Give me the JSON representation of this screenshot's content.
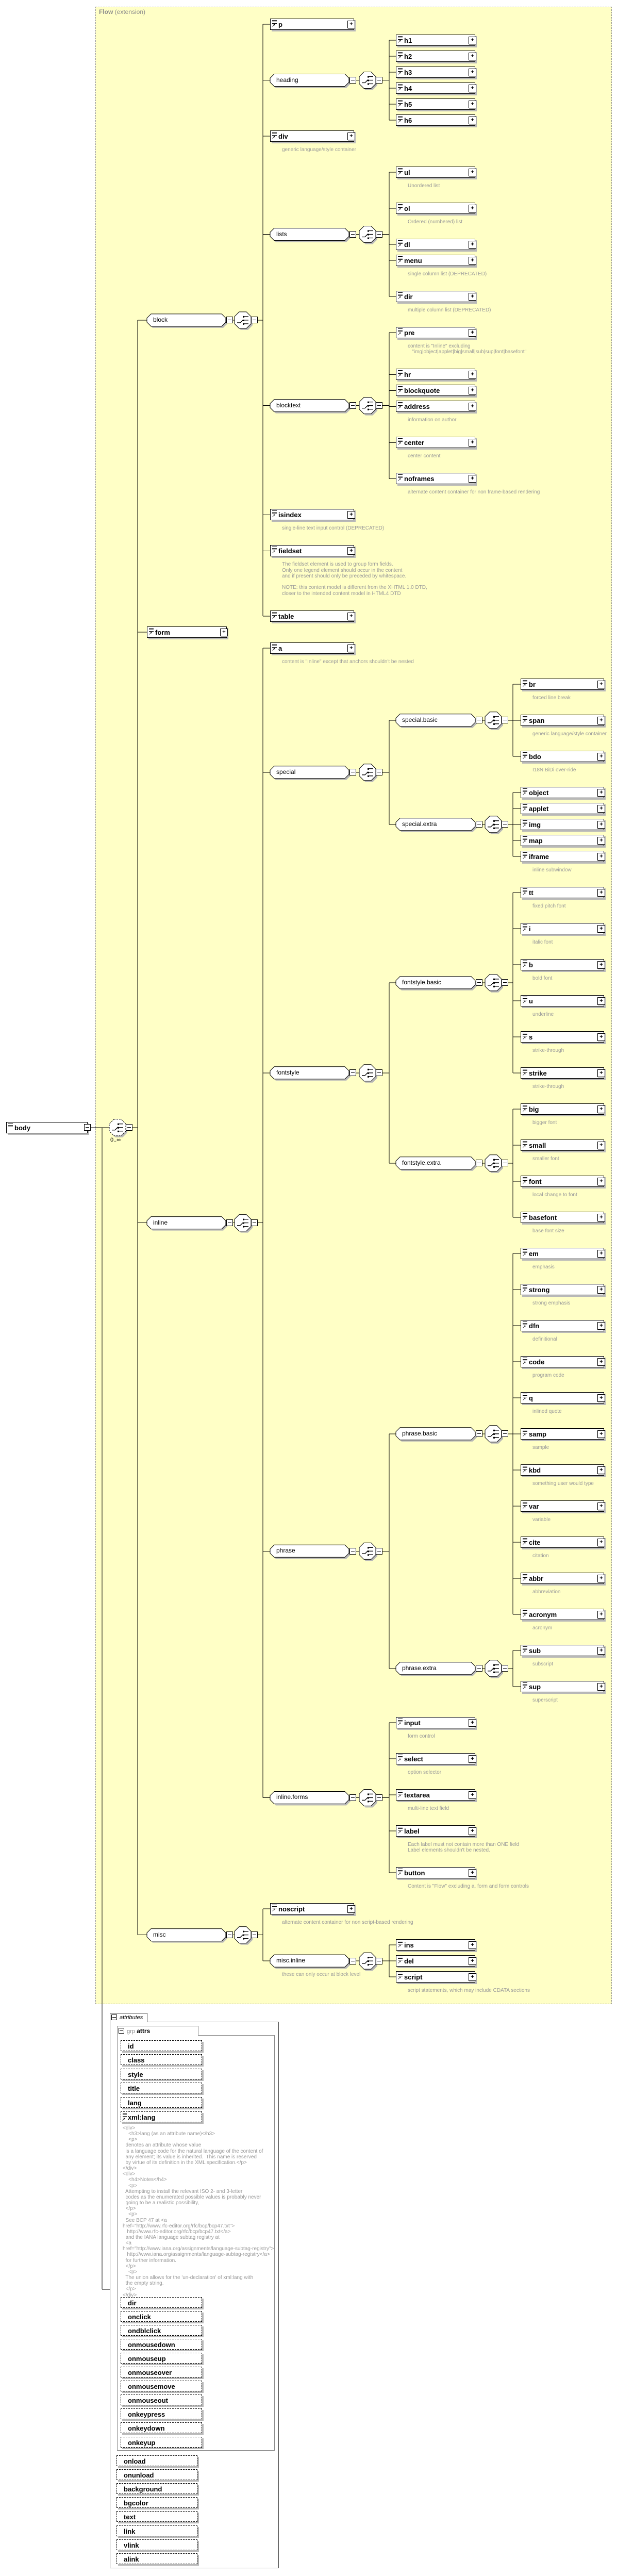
{
  "diagram": {
    "container_label": {
      "title": "Flow",
      "suffix": " (extension)"
    },
    "occurrence_label": "0..∞",
    "root": {
      "n": "body",
      "k": "el",
      "c": [
        {
          "n": "block",
          "k": "grp",
          "c": [
            {
              "n": "p",
              "k": "el"
            },
            {
              "n": "heading",
              "k": "grp",
              "c": [
                {
                  "n": "h1",
                  "k": "el"
                },
                {
                  "n": "h2",
                  "k": "el"
                },
                {
                  "n": "h3",
                  "k": "el"
                },
                {
                  "n": "h4",
                  "k": "el"
                },
                {
                  "n": "h5",
                  "k": "el"
                },
                {
                  "n": "h6",
                  "k": "el"
                }
              ]
            },
            {
              "n": "div",
              "k": "el",
              "d": [
                "generic language/style container"
              ]
            },
            {
              "n": "lists",
              "k": "grp",
              "c": [
                {
                  "n": "ul",
                  "k": "el",
                  "d": [
                    "Unordered list"
                  ]
                },
                {
                  "n": "ol",
                  "k": "el",
                  "d": [
                    "Ordered (numbered) list"
                  ]
                },
                {
                  "n": "dl",
                  "k": "el"
                },
                {
                  "n": "menu",
                  "k": "el",
                  "d": [
                    "single column list (DEPRECATED)"
                  ]
                },
                {
                  "n": "dir",
                  "k": "el",
                  "d": [
                    "multiple column list (DEPRECATED)"
                  ]
                }
              ]
            },
            {
              "n": "blocktext",
              "k": "grp",
              "c": [
                {
                  "n": "pre",
                  "k": "el",
                  "d": [
                    "content is \"Inline\" excluding",
                    "   \"img|object|applet|big|small|sub|sup|font|basefont\""
                  ]
                },
                {
                  "n": "hr",
                  "k": "el"
                },
                {
                  "n": "blockquote",
                  "k": "el"
                },
                {
                  "n": "address",
                  "k": "el",
                  "d": [
                    "information on author"
                  ]
                },
                {
                  "n": "center",
                  "k": "el",
                  "d": [
                    "center content"
                  ]
                },
                {
                  "n": "noframes",
                  "k": "el",
                  "d": [
                    "alternate content container for non frame-based rendering"
                  ]
                }
              ]
            },
            {
              "n": "isindex",
              "k": "el",
              "d": [
                "single-line text input control (DEPRECATED)"
              ]
            },
            {
              "n": "fieldset",
              "k": "el",
              "d": [
                "The fieldset element is used to group form fields.",
                "Only one legend element should occur in the content",
                "and if present should only be preceded by whitespace.",
                "",
                "NOTE: this content model is different from the XHTML 1.0 DTD,",
                "closer to the intended content model in HTML4 DTD"
              ]
            },
            {
              "n": "table",
              "k": "el"
            }
          ]
        },
        {
          "n": "form",
          "k": "el"
        },
        {
          "n": "inline",
          "k": "grp",
          "c": [
            {
              "n": "a",
              "k": "el",
              "d": [
                "content is \"Inline\" except that anchors shouldn't be nested"
              ]
            },
            {
              "n": "special",
              "k": "grp",
              "c": [
                {
                  "n": "special.basic",
                  "k": "grp",
                  "c": [
                    {
                      "n": "br",
                      "k": "el",
                      "d": [
                        "forced line break"
                      ]
                    },
                    {
                      "n": "span",
                      "k": "el",
                      "d": [
                        "generic language/style container"
                      ]
                    },
                    {
                      "n": "bdo",
                      "k": "el",
                      "d": [
                        "I18N BiDi over-ride"
                      ]
                    }
                  ]
                },
                {
                  "n": "special.extra",
                  "k": "grp",
                  "c": [
                    {
                      "n": "object",
                      "k": "el"
                    },
                    {
                      "n": "applet",
                      "k": "el"
                    },
                    {
                      "n": "img",
                      "k": "el"
                    },
                    {
                      "n": "map",
                      "k": "el"
                    },
                    {
                      "n": "iframe",
                      "k": "el",
                      "d": [
                        "inline subwindow"
                      ]
                    }
                  ]
                }
              ]
            },
            {
              "n": "fontstyle",
              "k": "grp",
              "c": [
                {
                  "n": "fontstyle.basic",
                  "k": "grp",
                  "c": [
                    {
                      "n": "tt",
                      "k": "el",
                      "d": [
                        "fixed pitch font"
                      ]
                    },
                    {
                      "n": "i",
                      "k": "el",
                      "d": [
                        "italic font"
                      ]
                    },
                    {
                      "n": "b",
                      "k": "el",
                      "d": [
                        "bold font"
                      ]
                    },
                    {
                      "n": "u",
                      "k": "el",
                      "d": [
                        "underline"
                      ]
                    },
                    {
                      "n": "s",
                      "k": "el",
                      "d": [
                        "strike-through"
                      ]
                    },
                    {
                      "n": "strike",
                      "k": "el",
                      "d": [
                        "strike-through"
                      ]
                    }
                  ]
                },
                {
                  "n": "fontstyle.extra",
                  "k": "grp",
                  "c": [
                    {
                      "n": "big",
                      "k": "el",
                      "d": [
                        "bigger font"
                      ]
                    },
                    {
                      "n": "small",
                      "k": "el",
                      "d": [
                        "smaller font"
                      ]
                    },
                    {
                      "n": "font",
                      "k": "el",
                      "d": [
                        "local change to font"
                      ]
                    },
                    {
                      "n": "basefont",
                      "k": "el",
                      "d": [
                        "base font size"
                      ]
                    }
                  ]
                }
              ]
            },
            {
              "n": "phrase",
              "k": "grp",
              "c": [
                {
                  "n": "phrase.basic",
                  "k": "grp",
                  "c": [
                    {
                      "n": "em",
                      "k": "el",
                      "d": [
                        "emphasis"
                      ]
                    },
                    {
                      "n": "strong",
                      "k": "el",
                      "d": [
                        "strong emphasis"
                      ]
                    },
                    {
                      "n": "dfn",
                      "k": "el",
                      "d": [
                        "definitional"
                      ]
                    },
                    {
                      "n": "code",
                      "k": "el",
                      "d": [
                        "program code"
                      ]
                    },
                    {
                      "n": "q",
                      "k": "el",
                      "d": [
                        "inlined quote"
                      ]
                    },
                    {
                      "n": "samp",
                      "k": "el",
                      "d": [
                        "sample"
                      ]
                    },
                    {
                      "n": "kbd",
                      "k": "el",
                      "d": [
                        "something user would type"
                      ]
                    },
                    {
                      "n": "var",
                      "k": "el",
                      "d": [
                        "variable"
                      ]
                    },
                    {
                      "n": "cite",
                      "k": "el",
                      "d": [
                        "citation"
                      ]
                    },
                    {
                      "n": "abbr",
                      "k": "el",
                      "d": [
                        "abbreviation"
                      ]
                    },
                    {
                      "n": "acronym",
                      "k": "el",
                      "d": [
                        "acronym"
                      ]
                    }
                  ]
                },
                {
                  "n": "phrase.extra",
                  "k": "grp",
                  "c": [
                    {
                      "n": "sub",
                      "k": "el",
                      "d": [
                        "subscript"
                      ]
                    },
                    {
                      "n": "sup",
                      "k": "el",
                      "d": [
                        "superscript"
                      ]
                    }
                  ]
                }
              ]
            },
            {
              "n": "inline.forms",
              "k": "grp",
              "c": [
                {
                  "n": "input",
                  "k": "el",
                  "d": [
                    "form control"
                  ]
                },
                {
                  "n": "select",
                  "k": "el",
                  "d": [
                    "option selector"
                  ]
                },
                {
                  "n": "textarea",
                  "k": "el",
                  "d": [
                    "multi-line text field"
                  ]
                },
                {
                  "n": "label",
                  "k": "el",
                  "d": [
                    "Each label must not contain more than ONE field",
                    "Label elements shouldn't be nested."
                  ]
                },
                {
                  "n": "button",
                  "k": "el",
                  "d": [
                    "Content is \"Flow\" excluding a, form and form controls"
                  ]
                }
              ]
            }
          ]
        },
        {
          "n": "misc",
          "k": "grp",
          "c": [
            {
              "n": "noscript",
              "k": "el",
              "d": [
                "alternate content container for non script-based rendering"
              ]
            },
            {
              "n": "misc.inline",
              "k": "grp",
              "d": [
                "these can only occur at block level"
              ],
              "c": [
                {
                  "n": "ins",
                  "k": "el"
                },
                {
                  "n": "del",
                  "k": "el"
                },
                {
                  "n": "script",
                  "k": "el",
                  "d": [
                    "script statements, which may include CDATA sections"
                  ]
                }
              ]
            }
          ]
        }
      ]
    }
  },
  "attributes_panel": {
    "tab_label": "attributes",
    "group_tab_prefix": "grp",
    "group_tab_name": "attrs",
    "group_items": [
      "id",
      "class",
      "style",
      "title",
      "lang",
      "xml:lang"
    ],
    "comment_lines": [
      [
        0,
        "<div>"
      ],
      [
        2,
        "<h3>lang (as an attribute name)</h3>"
      ],
      [
        2,
        "<p>"
      ],
      [
        1,
        "denotes an attribute whose value"
      ],
      [
        1,
        "is a language code for the natural language of the content of"
      ],
      [
        1,
        "any element; its value is inherited.  This name is reserved"
      ],
      [
        1,
        "by virtue of its definition in the XML specification.</p>"
      ],
      [
        0,
        "</div>"
      ],
      [
        0,
        "<div>"
      ],
      [
        2,
        "<h4>Notes</h4>"
      ],
      [
        2,
        "<p>"
      ],
      [
        1,
        "Attempting to install the relevant ISO 2- and 3-letter"
      ],
      [
        1,
        "codes as the enumerated possible values is probably never"
      ],
      [
        1,
        "going to be a realistic possibility,"
      ],
      [
        1,
        "</p>"
      ],
      [
        2,
        "<p>"
      ],
      [
        1,
        "See BCP 47 at <a"
      ],
      [
        0,
        "href=\"http://www.rfc-editor.org/rfc/bcp/bcp47.txt\">"
      ],
      [
        1,
        " http://www.rfc-editor.org/rfc/bcp/bcp47.txt</a>"
      ],
      [
        1,
        "and the IANA language subtag registry at"
      ],
      [
        1,
        "<a"
      ],
      [
        0,
        "href=\"http://www.iana.org/assignments/language-subtag-registry\">"
      ],
      [
        1,
        " http://www.iana.org/assignments/language-subtag-registry</a>"
      ],
      [
        1,
        "for further information."
      ],
      [
        1,
        "</p>"
      ],
      [
        2,
        "<p>"
      ],
      [
        1,
        "The union allows for the 'un-declaration' of xml:lang with"
      ],
      [
        1,
        "the empty string."
      ],
      [
        1,
        "</p>"
      ],
      [
        0,
        "</div>"
      ]
    ],
    "group_items_after": [
      "dir",
      "onclick",
      "ondblclick",
      "onmousedown",
      "onmouseup",
      "onmouseover",
      "onmousemove",
      "onmouseout",
      "onkeypress",
      "onkeydown",
      "onkeyup"
    ],
    "extra_items": [
      "onload",
      "onunload",
      "background",
      "bgcolor",
      "text",
      "link",
      "vlink",
      "alink"
    ]
  },
  "colors": {
    "group_fill": "#ffffc6",
    "annotation_text": "#999999",
    "shadow": "#b8b8b8",
    "container_label": "#8a8a8a"
  }
}
